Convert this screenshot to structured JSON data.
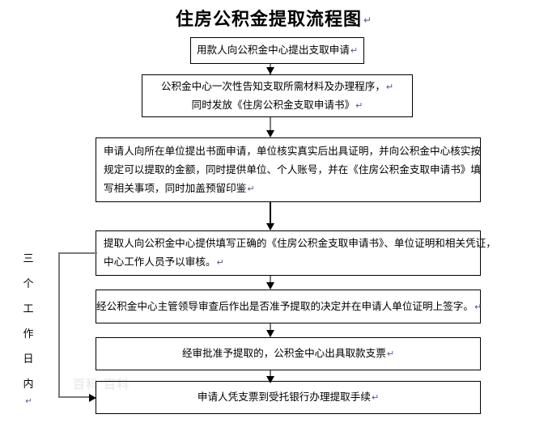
{
  "document": {
    "title": "住房公积金提取流程图",
    "title_mark": "↵",
    "watermark": "百科 百科"
  },
  "side_label": {
    "name": "three-working-days",
    "chars": [
      "三",
      "个",
      "工",
      "作",
      "日",
      "内"
    ],
    "mark": "↵"
  },
  "flow": {
    "nodes": [
      {
        "id": "node-1",
        "name": "apply-to-fund-center",
        "align": "center",
        "lines": [
          "用款人向公积金中心提出支取申请"
        ],
        "marks": [
          "↵"
        ]
      },
      {
        "id": "node-2",
        "name": "center-informs-materials",
        "align": "center",
        "lines": [
          "公积金中心一次性告知支取所需材料及办理程序，",
          "同时发放《住房公积金支取申请书》"
        ],
        "marks": [
          "↵",
          "↵"
        ]
      },
      {
        "id": "node-3",
        "name": "written-application-to-employer",
        "align": "left",
        "lines": [
          "申请人向所在单位提出书面申请，单位核实真实后出具证明，并向公积金中心核实按",
          "规定可以提取的金额，同时提供单位、个人账号，并在《住房公积金支取申请书》填",
          "写相关事项，同时加盖预留印鉴"
        ],
        "marks": [
          "",
          "",
          "↵"
        ]
      },
      {
        "id": "node-4",
        "name": "submit-documents-for-review",
        "align": "left",
        "lines": [
          "提取人向公积金中心提供填写正确的《住房公积金支取申请书》、单位证明和相关凭证，",
          "中心工作人员予以审核。"
        ],
        "marks": [
          "",
          "↵"
        ]
      },
      {
        "id": "node-5",
        "name": "leader-approval-decision",
        "align": "center",
        "lines": [
          "经公积金中心主管领导审查后作出是否准予提取的决定并在申请人单位证明上签字。"
        ],
        "marks": [
          "↵"
        ]
      },
      {
        "id": "node-6",
        "name": "issue-withdrawal-cheque",
        "align": "center",
        "lines": [
          "经审批准予提取的，公积金中心出具取款支票"
        ],
        "marks": [
          "↵"
        ]
      },
      {
        "id": "node-7",
        "name": "withdraw-at-bank",
        "align": "center",
        "lines": [
          "申请人凭支票到受托银行办理提取手续"
        ],
        "marks": [
          "↵"
        ]
      }
    ]
  }
}
